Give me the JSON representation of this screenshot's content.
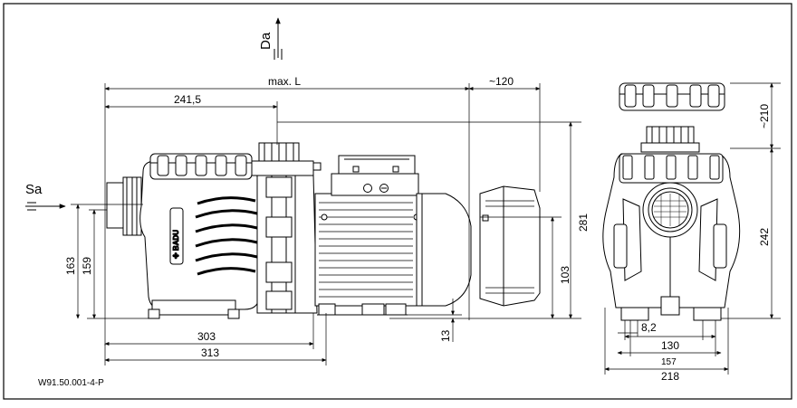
{
  "drawing": {
    "reference_code": "W91.50.001-4-P",
    "labels": {
      "suction": "Sa",
      "discharge": "Da"
    },
    "side_view": {
      "overall_length": "max. L",
      "motor_cover_clearance": "~120",
      "suction_to_discharge": "241,5",
      "height_overall": "281",
      "height_suction_axis_a": "163",
      "height_suction_axis_b": "159",
      "height_lower": "103",
      "foot_offset": "13",
      "base_length_a": "303",
      "base_length_b": "313"
    },
    "front_view": {
      "lid_clearance": "~210",
      "height": "242",
      "hole_dia": "8,2",
      "width_a": "130",
      "width_b": "157",
      "width_overall": "218"
    }
  }
}
